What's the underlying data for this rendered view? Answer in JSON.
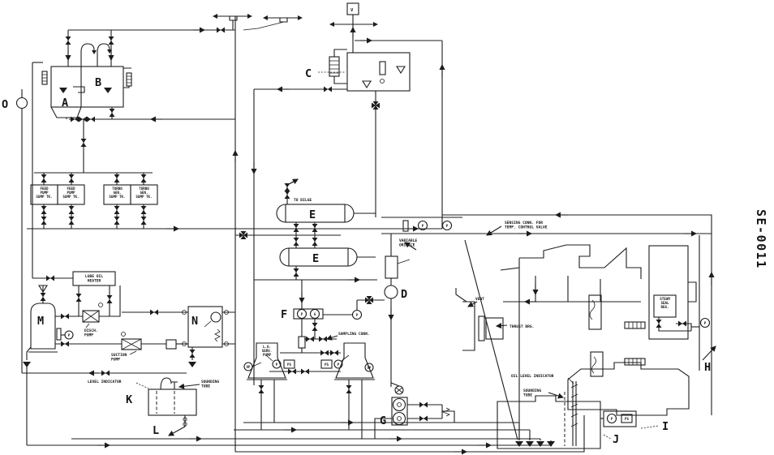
{
  "drawing": {
    "number": "SE-0011"
  },
  "letters": {
    "a": "A",
    "b": "B",
    "c": "C",
    "d": "D",
    "e": "E",
    "f": "F",
    "g": "G",
    "h": "H",
    "i": "I",
    "j": "J",
    "k": "K",
    "l": "L",
    "m": "M",
    "n": "N",
    "o": "O"
  },
  "labels": {
    "feed_pump_sump": "FEED\nPUMP\nSUMP TK.",
    "turbo_gen_sump": "TURBO\nGEN.\nSUMP TK.",
    "to_bilge": "TO BILGE",
    "variable_orifice": "VARIABLE\nORIFICE",
    "sensing_conn": "SENSING CONN. FOR\nTEMP. CONTROL VALVE",
    "vent": "VENT",
    "thrust_brg": "THRUST BRG.",
    "steam_seal_reg": "STEAM\nSEAL\nREG.",
    "oil_level_indicator": "OIL LEVEL INDICATOR",
    "sounding_tube": "SOUNDING\nTUBE",
    "lube_oil_heater": "LUBE OIL\nHEATER",
    "disch_pump": "DISCH.\nPUMP",
    "suction_pump": "SUCTION\nPUMP",
    "level_indicator": "LEVEL INDICATOR",
    "lo_serv_pump": "L.O.\nSERV.\nPUMP",
    "sampling_conn": "SAMPLING CONN."
  },
  "symbols": {
    "p": "P",
    "ps": "PS",
    "vp": "VP",
    "g": "G",
    "v": "V"
  }
}
